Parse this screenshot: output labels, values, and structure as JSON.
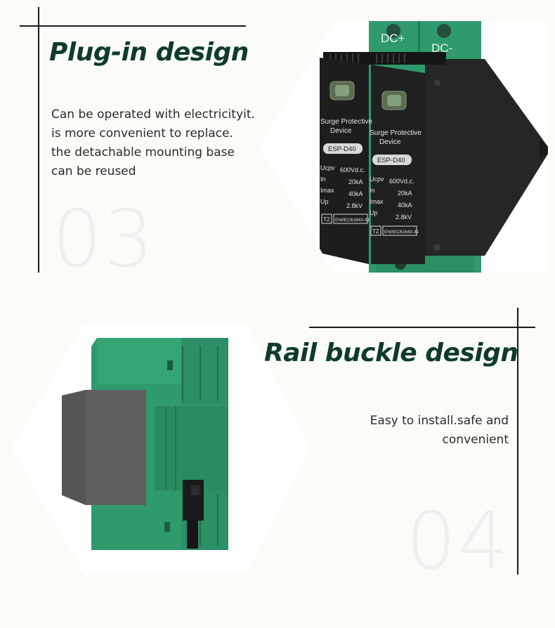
{
  "sections": [
    {
      "title": "Plug-in design",
      "lines": [
        "Can be operated with electricityit.",
        "is more convenient to replace.",
        "the detachable mounting base",
        "can be reused"
      ],
      "number": "03",
      "image_labels": {
        "dc_plus": "DC+",
        "dc_minus": "DC-",
        "module_title_1": "Surge Protective",
        "module_title_2": "Device",
        "model": "ESP-D40",
        "specs": [
          {
            "name": "Ucpv",
            "value": "600Vd.c."
          },
          {
            "name": "In",
            "value": "20kA"
          },
          {
            "name": "Imax",
            "value": "40kA"
          },
          {
            "name": "Up",
            "value": "2.8kV"
          }
        ],
        "class_badge": "T2",
        "standard": "EN/IEC61643-31"
      }
    },
    {
      "title": "Rail buckle design",
      "lines": [
        "Easy to install.safe and",
        "convenient"
      ],
      "number": "04"
    }
  ],
  "colors": {
    "title": "#0f3b2a",
    "device_green": "#2f9a6c",
    "module_black": "#1d1d1d"
  }
}
